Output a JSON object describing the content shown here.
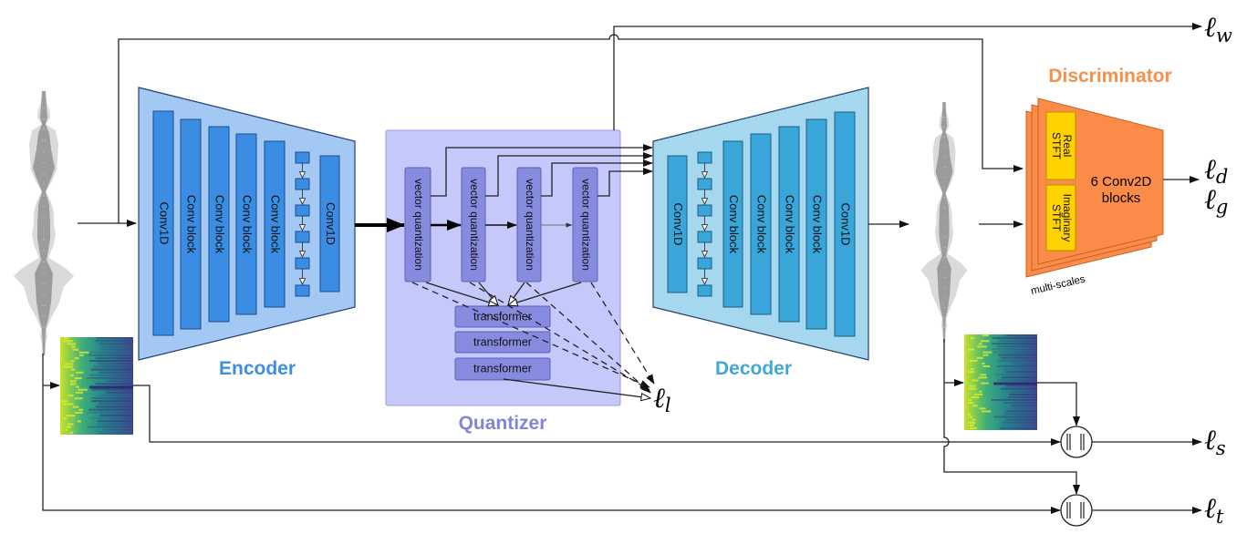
{
  "encoder": {
    "label": "Encoder",
    "blocks": [
      "Conv1D",
      "Conv block",
      "Conv block",
      "Conv block",
      "Conv block",
      "Conv1D"
    ]
  },
  "quantizer": {
    "label": "Quantizer",
    "vq_blocks": [
      "vector quantization",
      "vector quantization",
      "vector quantization",
      "vector quantization"
    ],
    "transformers": [
      "transformer",
      "transformer",
      "transformer"
    ]
  },
  "decoder": {
    "label": "Decoder",
    "blocks": [
      "Conv1D",
      "Conv block",
      "Conv block",
      "Conv block",
      "Conv block",
      "Conv1D"
    ]
  },
  "discriminator": {
    "label": "Discriminator",
    "stft": [
      {
        "line1": "Real",
        "line2": "STFT"
      },
      {
        "line1": "Imaginary",
        "line2": "STFT"
      }
    ],
    "body_line1": "6 Conv2D",
    "body_line2": "blocks",
    "note": "multi-scales"
  },
  "losses": {
    "w": {
      "symbol": "ℓ",
      "sub": "w"
    },
    "d": {
      "symbol": "ℓ",
      "sub": "d"
    },
    "g": {
      "symbol": "ℓ",
      "sub": "g"
    },
    "l": {
      "symbol": "ℓ",
      "sub": "l"
    },
    "s": {
      "symbol": "ℓ",
      "sub": "s"
    },
    "t": {
      "symbol": "ℓ",
      "sub": "t"
    }
  },
  "colors": {
    "encoder_fill": "#a3c8f3",
    "encoder_block": "#3b8de3",
    "encoder_label": "#3d8fe0",
    "quantizer_fill": "#c5c8fa",
    "vq_block": "#878be0",
    "quantizer_label": "#8085d8",
    "decoder_fill": "#a5d7ee",
    "decoder_block": "#3aa5d8",
    "decoder_label": "#3fa8d9",
    "disc_fill": "#fb8b48",
    "stft_fill": "#ffd200",
    "disc_label": "#f59049"
  }
}
